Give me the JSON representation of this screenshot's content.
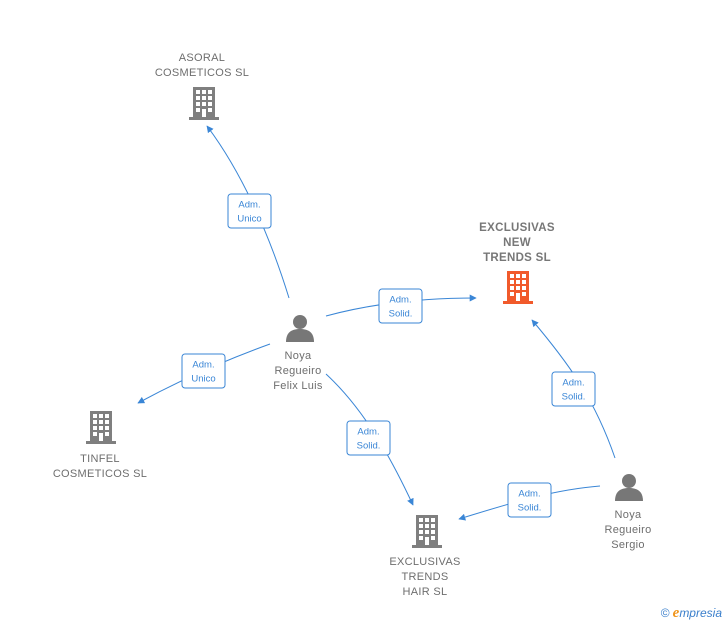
{
  "colors": {
    "edge": "#3a86d6",
    "company_gray": "#7f7f7f",
    "company_main": "#f15a2b",
    "person": "#777777",
    "label": "#6e6e6e"
  },
  "nodes": {
    "asoral": {
      "type": "company",
      "icon": "building-icon",
      "lines": [
        "ASORAL",
        "COSMETICOS SL"
      ]
    },
    "exnew": {
      "type": "company-main",
      "icon": "building-icon",
      "lines": [
        "EXCLUSIVAS",
        "NEW",
        "TRENDS  SL"
      ]
    },
    "tinfel": {
      "type": "company",
      "icon": "building-icon",
      "lines": [
        "TINFEL",
        "COSMETICOS SL"
      ]
    },
    "exhair": {
      "type": "company",
      "icon": "building-icon",
      "lines": [
        "EXCLUSIVAS",
        "TRENDS",
        "HAIR  SL"
      ]
    },
    "felix": {
      "type": "person",
      "icon": "person-icon",
      "lines": [
        "Noya",
        "Regueiro",
        "Felix Luis"
      ]
    },
    "sergio": {
      "type": "person",
      "icon": "person-icon",
      "lines": [
        "Noya",
        "Regueiro",
        "Sergio"
      ]
    }
  },
  "edges": [
    {
      "from": "felix",
      "to": "asoral",
      "lines": [
        "Adm.",
        "Unico"
      ]
    },
    {
      "from": "felix",
      "to": "exnew",
      "lines": [
        "Adm.",
        "Solid."
      ]
    },
    {
      "from": "felix",
      "to": "tinfel",
      "lines": [
        "Adm.",
        "Unico"
      ]
    },
    {
      "from": "felix",
      "to": "exhair",
      "lines": [
        "Adm.",
        "Solid."
      ]
    },
    {
      "from": "sergio",
      "to": "exnew",
      "lines": [
        "Adm.",
        "Solid."
      ]
    },
    {
      "from": "sergio",
      "to": "exhair",
      "lines": [
        "Adm.",
        "Solid."
      ]
    }
  ],
  "footer": {
    "copyright": "©",
    "brand_initial": "e",
    "brand_rest": "mpresia"
  }
}
